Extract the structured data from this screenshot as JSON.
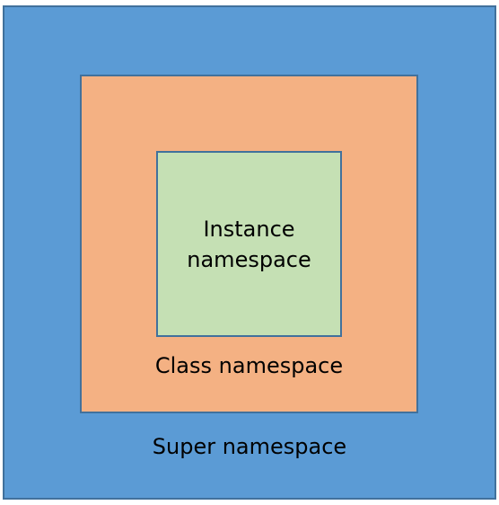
{
  "diagram": {
    "outer": {
      "label": "Super namespace",
      "fill": "#5b9bd5"
    },
    "middle": {
      "label": "Class namespace",
      "fill": "#f4b183"
    },
    "inner": {
      "label_line1": "Instance",
      "label_line2": "namespace",
      "fill": "#c5e0b4"
    },
    "border_color": "#41719c"
  }
}
